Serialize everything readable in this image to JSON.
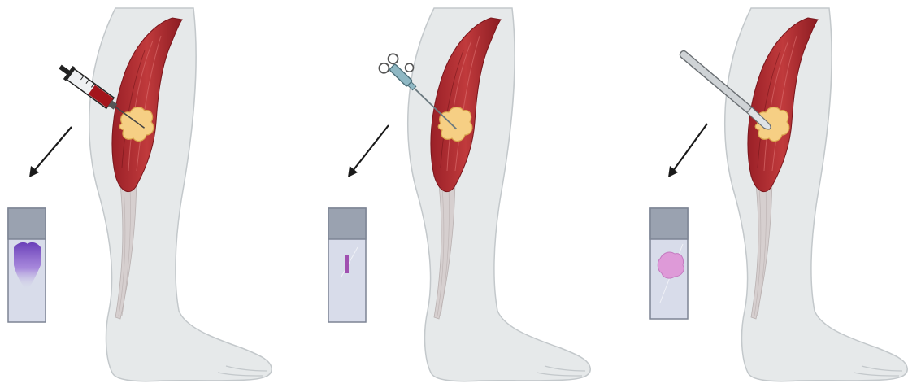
{
  "panels": [
    {
      "id": "aspiration",
      "tool": "syringe-icon",
      "sample": "smear"
    },
    {
      "id": "core-needle",
      "tool": "core-needle-icon",
      "sample": "core"
    },
    {
      "id": "excision",
      "tool": "scalpel-icon",
      "sample": "tissue"
    }
  ],
  "colors": {
    "leg_fill": "#e6e9ea",
    "leg_stroke": "#c3c8cb",
    "muscle": "#b42a30",
    "muscle_dark": "#8f1d24",
    "muscle_light": "#d65a5a",
    "tendon": "#d6cfcf",
    "tumor": "#f6cf84",
    "tumor_stroke": "#d9a64f",
    "slide_glass": "#d8dcea",
    "slide_frost": "#9aa2b0",
    "stain_purple": "#7b4fc0",
    "stain_pink": "#de9ad8",
    "arrow": "#1a1a1a"
  }
}
